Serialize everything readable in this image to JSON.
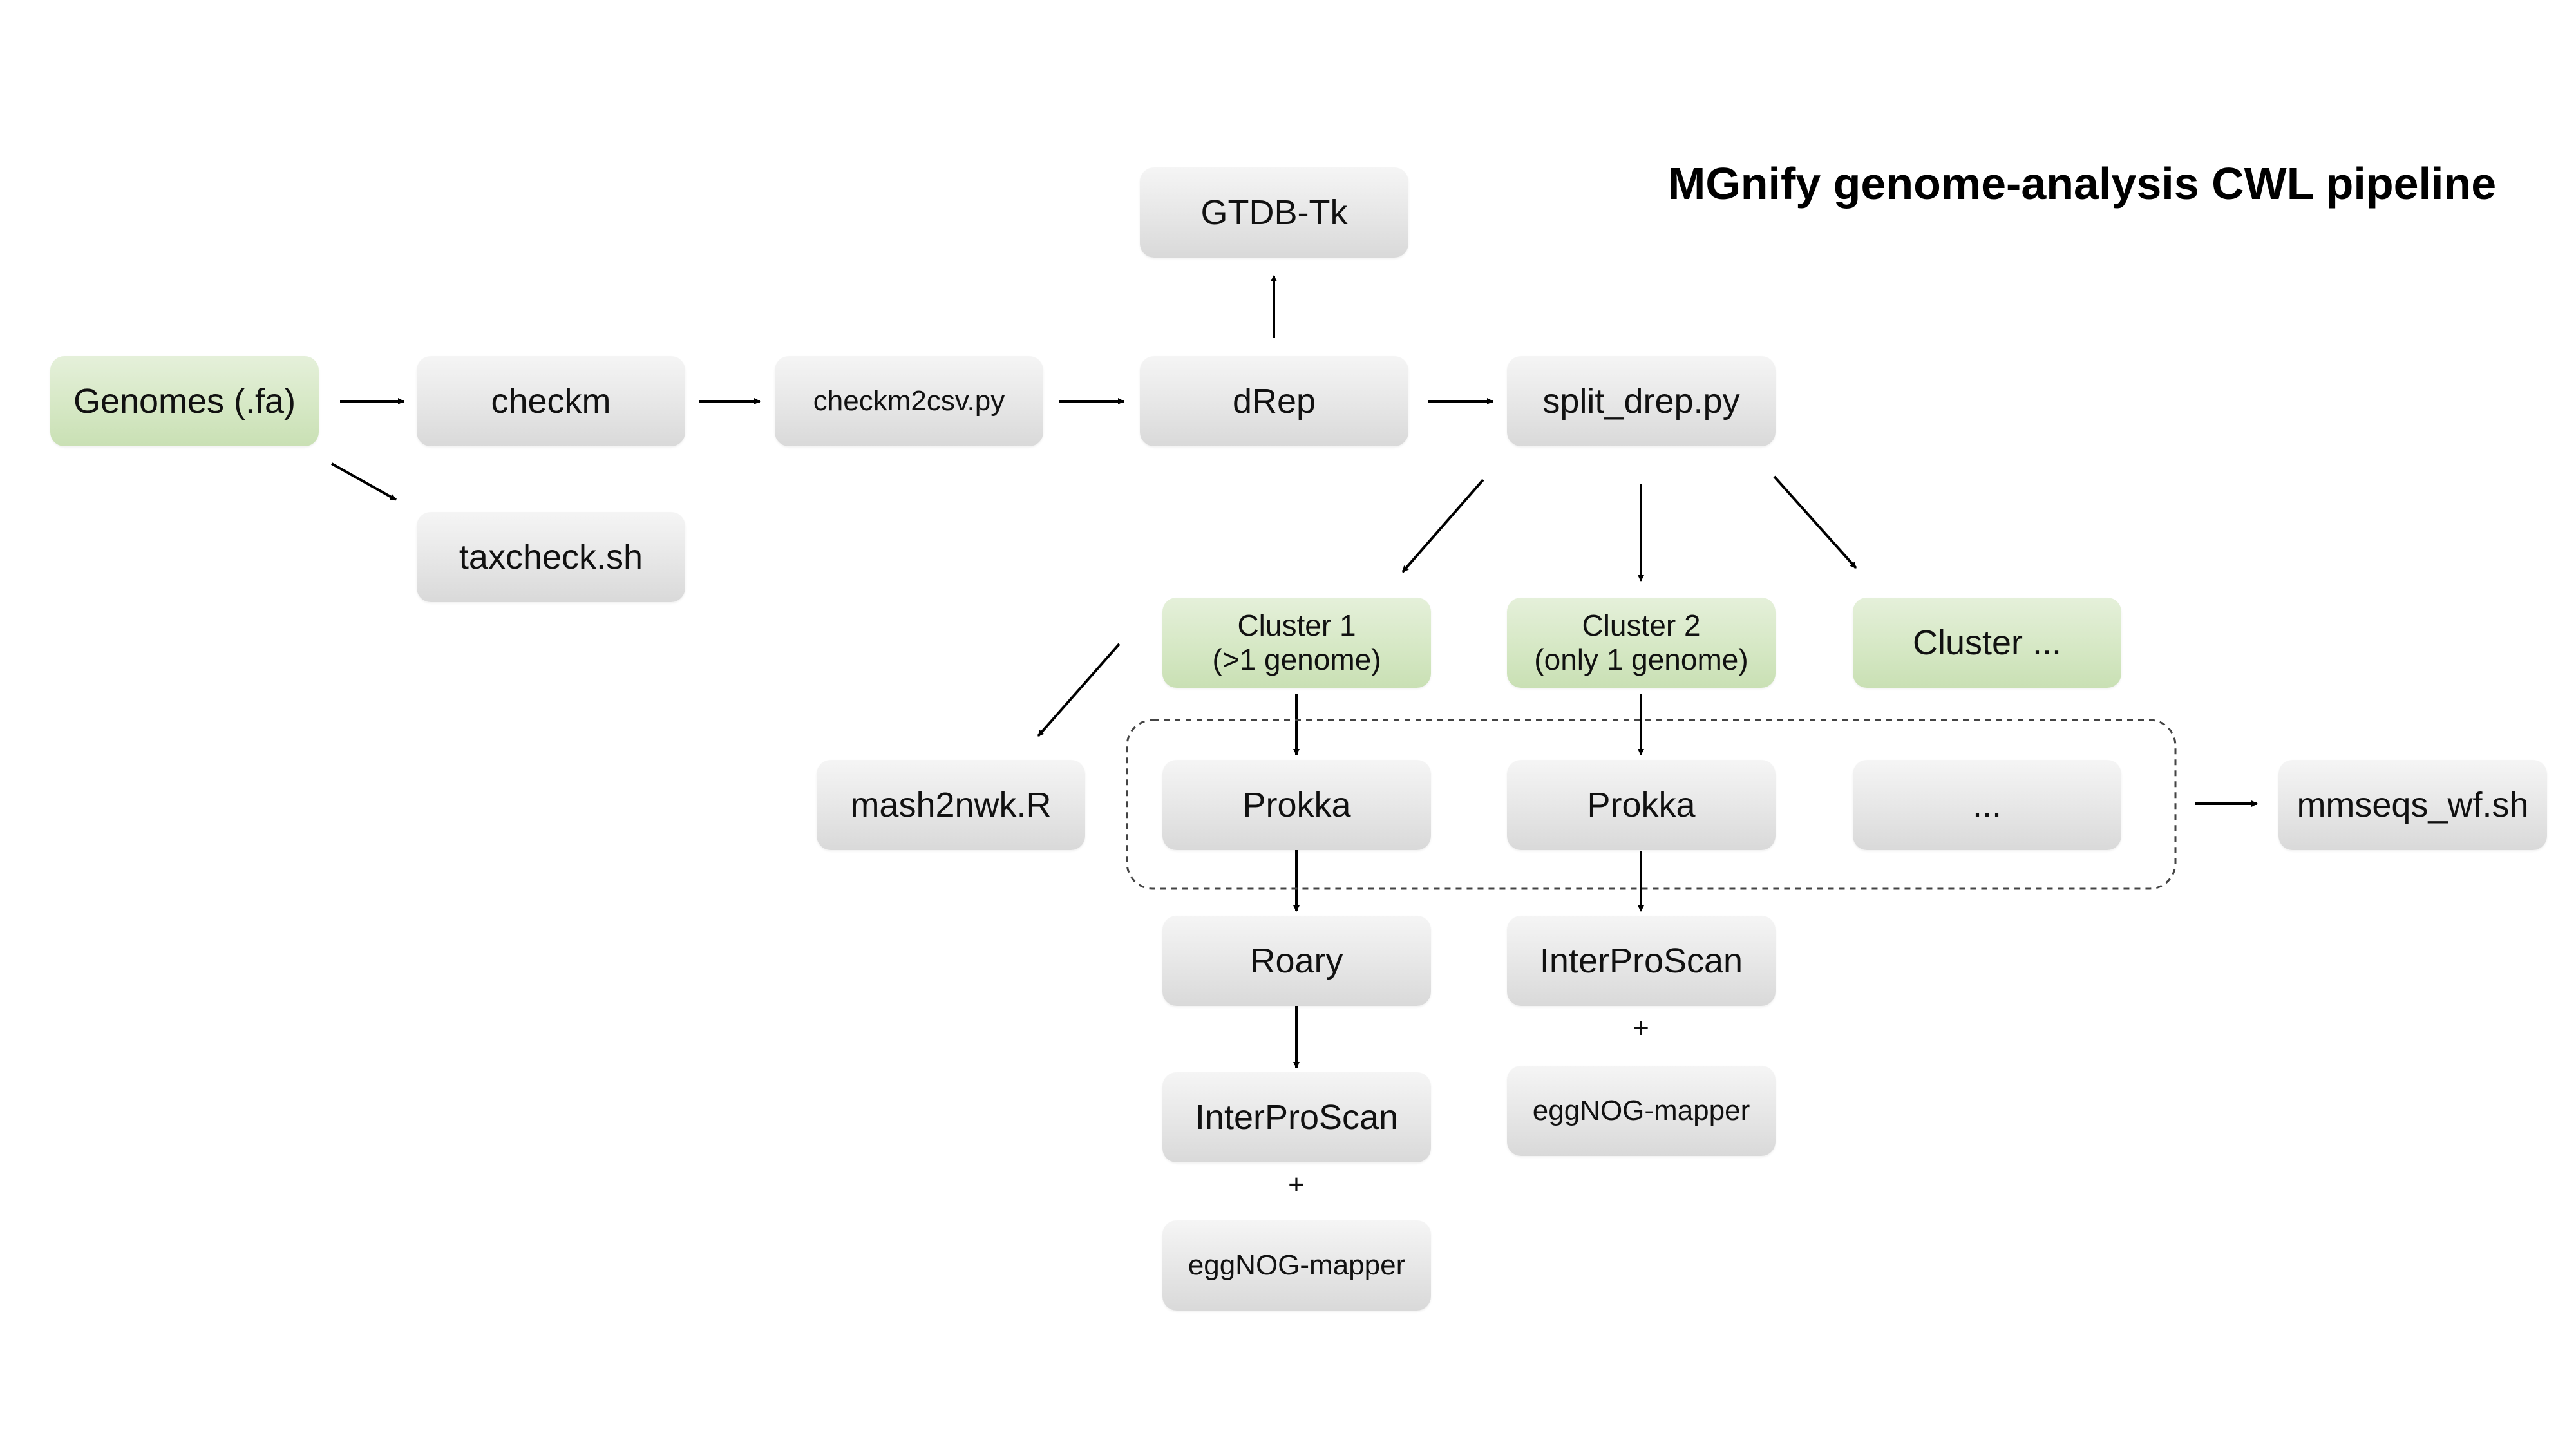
{
  "title": "MGnify genome-analysis CWL pipeline",
  "nodes": {
    "genomes": "Genomes (.fa)",
    "checkm": "checkm",
    "taxcheck": "taxcheck.sh",
    "checkm2csv": "checkm2csv.py",
    "drep": "dRep",
    "gtdbtk": "GTDB-Tk",
    "split_drep": "split_drep.py",
    "cluster1_line1": "Cluster 1",
    "cluster1_line2": "(>1 genome)",
    "cluster2_line1": "Cluster 2",
    "cluster2_line2": "(only 1 genome)",
    "cluster_more": "Cluster ...",
    "mash2nwk": "mash2nwk.R",
    "prokka1": "Prokka",
    "prokka2": "Prokka",
    "more": "...",
    "mmseqs": "mmseqs_wf.sh",
    "roary": "Roary",
    "interproscan1": "InterProScan",
    "eggnog1": "eggNOG-mapper",
    "interproscan2": "InterProScan",
    "eggnog2": "eggNOG-mapper"
  },
  "plus_sign": "+",
  "colors": {
    "input_node": "#d6e8c5",
    "process_node": "#e6e6e6",
    "arrow": "#000000"
  }
}
